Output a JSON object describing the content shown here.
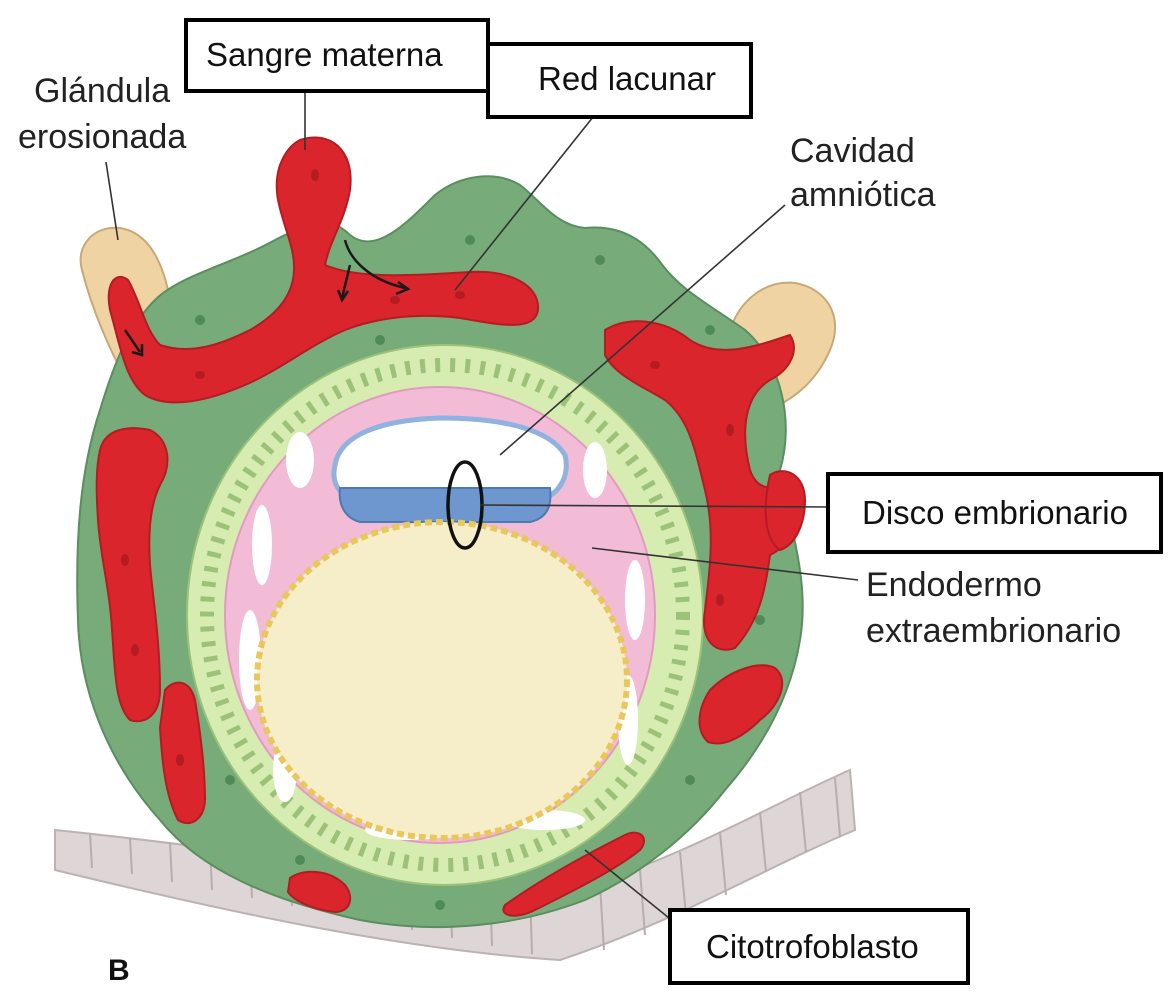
{
  "figure": {
    "panel_letter": "B",
    "labels": {
      "sangre_materna": "Sangre materna",
      "red_lacunar": "Red lacunar",
      "glandula_line1": "Glándula",
      "glandula_line2": "erosionada",
      "cavidad_line1": "Cavidad",
      "cavidad_line2": "amniótica",
      "disco": "Disco embrionario",
      "endodermo_line1": "Endodermo",
      "endodermo_line2": "extraembrionario",
      "citotrofoblasto": "Citotrofoblasto"
    },
    "colors": {
      "syncytiotrophoblast": "#77ac7a",
      "maternal_blood": "#d9252b",
      "cytotrophoblast": "#d6ecb0",
      "extraembryonic_mesoderm": "#f2bcd6",
      "yolk_sac": "#f6eec8",
      "endoderm": "#e8c75c",
      "epiblast_edge": "#8fb2e0",
      "hypoblast_disc": "#6e97cf",
      "gland": "#f0d3a2",
      "endometrial_epithelium": "#ded6d6"
    }
  }
}
